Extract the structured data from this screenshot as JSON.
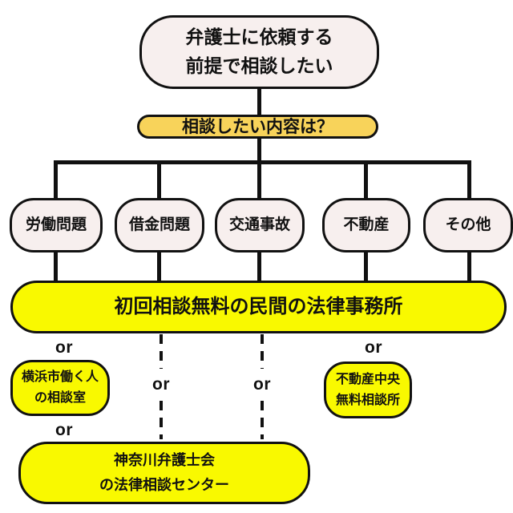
{
  "diagram": {
    "start": {
      "line1": "弁護士に依頼する",
      "line2": "前提で相談したい"
    },
    "question": {
      "label": "相談したい内容は？"
    },
    "branches": [
      "労働問題",
      "借金問題",
      "交通事故",
      "不動産",
      "その他"
    ],
    "main_result": {
      "label": "初回相談無料の民間の法律事務所"
    },
    "or_label": "or",
    "alternatives": {
      "yokohama_workers": {
        "line1": "横浜市働く人",
        "line2": "の相談室"
      },
      "real_estate_center": {
        "line1": "不動産中央",
        "line2": "無料相談所"
      },
      "kanagawa_bar": {
        "line1": "神奈川弁護士会",
        "line2": "の法律相談センター"
      }
    },
    "colors": {
      "background": "#ffffff",
      "node_fill": "#f7efee",
      "question_fill": "#f8d35a",
      "highlight_fill": "#f9f900",
      "line": "#111111"
    }
  }
}
